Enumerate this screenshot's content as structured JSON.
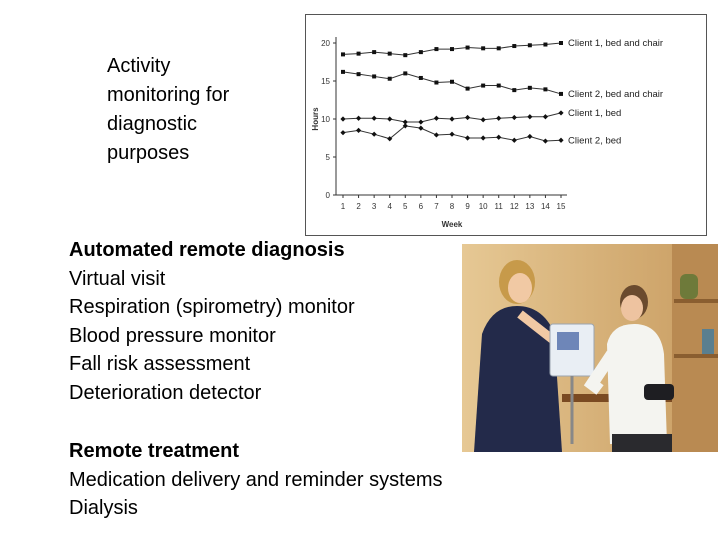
{
  "caption": {
    "lines": [
      "Activity",
      "monitoring for",
      "diagnostic",
      "purposes"
    ]
  },
  "diagnosis": {
    "heading": "Automated remote diagnosis",
    "items": [
      "Virtual visit",
      "Respiration (spirometry) monitor",
      "Blood pressure monitor",
      "Fall risk assessment",
      "Deterioration detector"
    ]
  },
  "treatment": {
    "heading": "Remote treatment",
    "items": [
      "Medication delivery and reminder systems",
      "Dialysis"
    ]
  },
  "chart_data": {
    "type": "line",
    "xlabel": "Week",
    "ylabel": "Hours",
    "x": [
      1,
      2,
      3,
      4,
      5,
      6,
      7,
      8,
      9,
      10,
      11,
      12,
      13,
      14,
      15
    ],
    "ylim": [
      0,
      20
    ],
    "yticks": [
      0,
      5,
      10,
      15,
      20
    ],
    "grid": false,
    "legend": "right",
    "series": [
      {
        "name": "Client 1, bed and chair",
        "marker": "square",
        "values": [
          18.5,
          18.6,
          18.8,
          18.6,
          18.4,
          18.8,
          19.2,
          19.2,
          19.4,
          19.3,
          19.3,
          19.6,
          19.7,
          19.8,
          20.0
        ]
      },
      {
        "name": "Client 2, bed and chair",
        "marker": "square",
        "values": [
          16.2,
          15.9,
          15.6,
          15.3,
          16.0,
          15.4,
          14.8,
          14.9,
          14.0,
          14.4,
          14.4,
          13.8,
          14.1,
          13.9,
          13.3
        ]
      },
      {
        "name": "Client 1, bed",
        "marker": "diamond",
        "values": [
          10.0,
          10.1,
          10.1,
          10.0,
          9.6,
          9.6,
          10.1,
          10.0,
          10.2,
          9.9,
          10.1,
          10.2,
          10.3,
          10.3,
          10.8
        ]
      },
      {
        "name": "Client 2, bed",
        "marker": "diamond",
        "values": [
          8.2,
          8.5,
          8.0,
          7.4,
          9.1,
          8.8,
          7.9,
          8.0,
          7.5,
          7.5,
          7.6,
          7.2,
          7.7,
          7.1,
          7.2
        ]
      }
    ]
  }
}
